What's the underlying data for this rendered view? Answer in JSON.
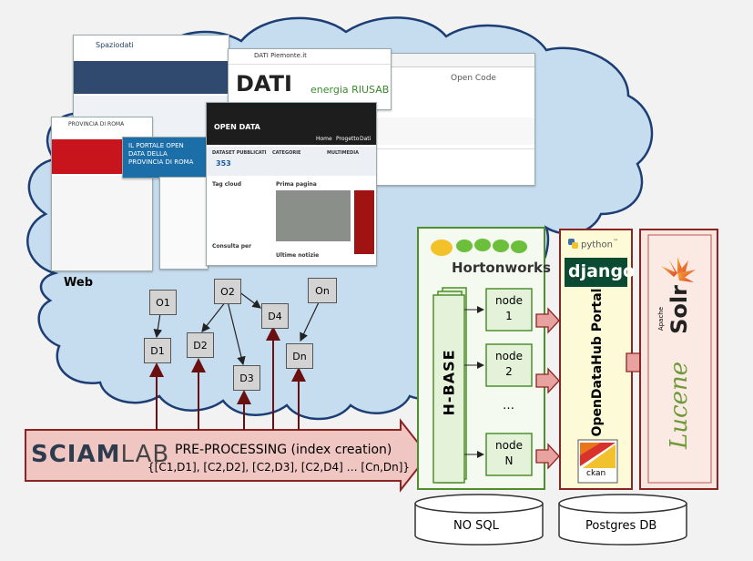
{
  "web_label": "Web",
  "screenshots": {
    "site1_brand": "Spaziodati",
    "dati_title": "DATI",
    "dati_subtitle": "energia RIUSAB",
    "dati_header": "DATI Piemonte.it",
    "opendata_title": "OPEN DATA",
    "opendata_nav": [
      "Home",
      "Progetto",
      "Dati"
    ],
    "opendata_boxes": [
      "DATASET PUBBLICATI",
      "CATEGORIE",
      "MULTIMEDIA"
    ],
    "opendata_stat": "353",
    "opendata_section1": "Tag cloud",
    "opendata_section2": "Prima pagina",
    "opendata_section3": "Consulta per",
    "opendata_section4": "Ultime notizie",
    "roma_banner": "IL PORTALE OPEN DATA DELLA PROVINCIA DI ROMA",
    "roma_brand": "PROVINCIA DI ROMA",
    "opencode_title": "Open Code"
  },
  "graph": {
    "nodes": [
      {
        "id": "O1",
        "label": "O1"
      },
      {
        "id": "O2",
        "label": "O2"
      },
      {
        "id": "On",
        "label": "On"
      },
      {
        "id": "D1",
        "label": "D1"
      },
      {
        "id": "D2",
        "label": "D2"
      },
      {
        "id": "D3",
        "label": "D3"
      },
      {
        "id": "D4",
        "label": "D4"
      },
      {
        "id": "Dn",
        "label": "Dn"
      }
    ]
  },
  "preprocessing": {
    "title": "PRE-PROCESSING (index creation)",
    "pairs": "{[C1,D1], [C2,D2], [C2,D3], [C2,D4] … [Cn,Dn]}",
    "logo_left": "SCIAM",
    "logo_right": "LAB"
  },
  "hadoop": {
    "brand": "Hortonworks",
    "hbase": "H-BASE",
    "nodes": [
      {
        "word": "node",
        "num": "1"
      },
      {
        "word": "node",
        "num": "2"
      },
      {
        "word": "node",
        "num": "N"
      }
    ],
    "ellipsis": "…"
  },
  "portal": {
    "python": "python",
    "python_tm": "™",
    "django": "django",
    "title": "OpenDataHub Portal",
    "ckan": "ckan"
  },
  "solr": {
    "apache": "Apache",
    "solr": "Solr",
    "lucene": "Lucene"
  },
  "databases": {
    "nosql": "NO SQL",
    "postgres": "Postgres DB"
  },
  "colors": {
    "cloud_fill": "#c6dcef",
    "cloud_stroke": "#1c3e74",
    "preproc_fill": "#f0c6c2",
    "preproc_stroke": "#8b2423",
    "green_fill": "#e4f2da",
    "green_stroke": "#4e8f2d",
    "portal_fill": "#fdfbd7",
    "portal_stroke": "#8b2423",
    "arrow_red": "#7b0f10"
  }
}
